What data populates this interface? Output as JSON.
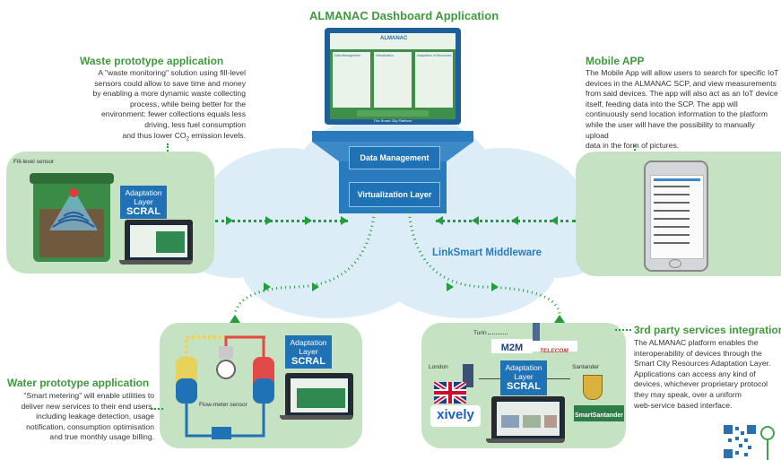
{
  "dashboard": {
    "title": "ALMANAC Dashboard Application",
    "screen_brand": "ALMANAC",
    "screen_columns": [
      "Data Management",
      "Virtualization",
      "Adaptation of Resources"
    ],
    "screen_footer": "The Smart City Platform"
  },
  "platform": {
    "data_management": "Data Management",
    "virtualization_layer": "Virtualization Layer",
    "middleware": "LinkSmart Middleware"
  },
  "waste": {
    "title": "Waste prototype application",
    "lines": [
      "A \"waste monitoring\" solution using fill-level",
      "sensors could allow to save time and money",
      "by enabling a more dynamic waste collecting",
      "process, while being better for the",
      "environment: fewer collections equals less",
      "driving, less fuel consumption",
      "and thus lower CO"
    ],
    "co2_subscript": "2",
    "co2_tail": " emission levels.",
    "sensor_label": "Fill-level sensor",
    "adapt_line1": "Adaptation",
    "adapt_line2": "Layer",
    "adapt_scral": "SCRAL"
  },
  "mobile": {
    "title": "Mobile APP",
    "lines": [
      "The Mobile App will allow users to search for specific IoT",
      "devices in the ALMANAC SCP, and view measurements",
      "from said devices. The app will also act as an IoT device",
      "itself, feeding data into the SCP. The app will",
      "continuously send location information to the platform",
      "while the user will have the possibility to manually upload",
      "data in the form of pictures."
    ]
  },
  "water": {
    "title": "Water prototype application",
    "lines": [
      "\"Smart metering\" will enable utilities to",
      "deliver new services to their end users,",
      "including leakage detection, usage",
      "notification, consumption optimisation",
      "and true monthly usage billing."
    ],
    "sensor_label": "Flow-meter sensor",
    "adapt_line1": "Adaptation",
    "adapt_line2": "Layer",
    "adapt_scral": "SCRAL"
  },
  "third_party": {
    "title": "3rd party services integration",
    "lines": [
      "The ALMANAC platform enables the",
      "interoperability of devices through the",
      "Smart City Resources Adaptation Layer.",
      "Applications can access any kind of",
      "devices, whichever proprietary protocol",
      "they may speak, over a uniform",
      "web-service based interface."
    ],
    "city_turin": "Turin",
    "city_london": "London",
    "city_santander": "Santander",
    "logo_m2m": "M2M",
    "logo_telecom": "TELECOM",
    "logo_xively": "xively",
    "logo_smartsantander": "SmartSantander",
    "adapt_line1": "Adaptation",
    "adapt_line2": "Layer",
    "adapt_scral": "SCRAL"
  },
  "colors": {
    "title_green": "#3f9a3c",
    "panel_green": "#c5e3c2",
    "layer_blue": "#1f72b6",
    "arrow_green": "#1f9e3a",
    "cloud": "#d9ecf7"
  }
}
